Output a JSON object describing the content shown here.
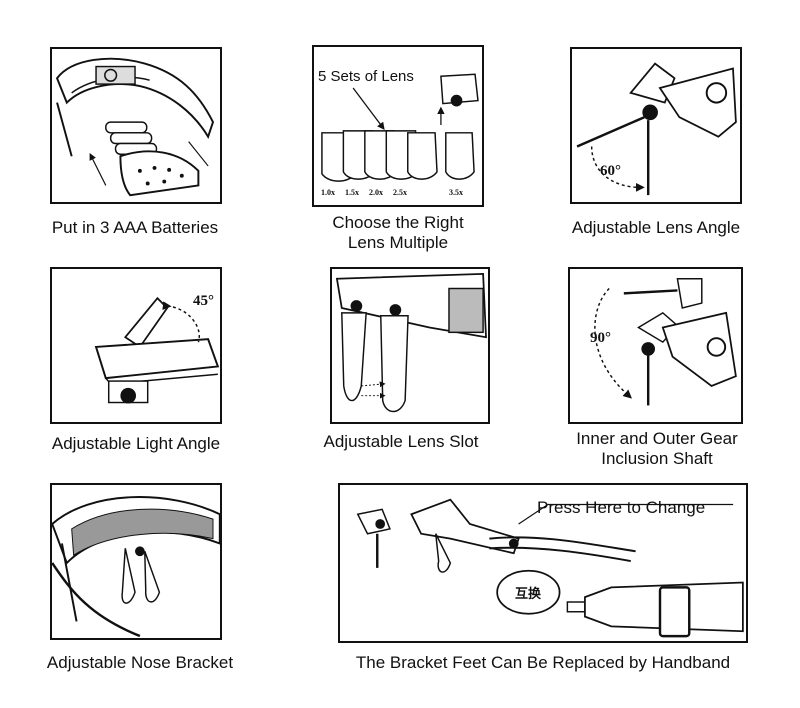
{
  "captions": {
    "batteries": "Put in 3 AAA Batteries",
    "lens_multiple_line1": "Choose the Right",
    "lens_multiple_line2": "Lens Multiple",
    "lens_angle": "Adjustable Lens Angle",
    "light_angle": "Adjustable Light Angle",
    "lens_slot": "Adjustable Lens Slot",
    "gear_line1": "Inner and Outer Gear",
    "gear_line2": "Inclusion Shaft",
    "nose_bracket": "Adjustable Nose Bracket",
    "handband": "The Bracket Feet Can Be Replaced by Handband"
  },
  "labels": {
    "lens_sets": "5 Sets of Lens",
    "lens_magnifications": [
      "1.0x",
      "1.5x",
      "2.0x",
      "2.5x",
      "3.5x"
    ],
    "angle_60": "60°",
    "angle_45": "45°",
    "angle_90": "90°",
    "press_here": "Press Here to Change",
    "stamp_text": "互换"
  },
  "colors": {
    "line": "#111111",
    "background": "#ffffff"
  }
}
